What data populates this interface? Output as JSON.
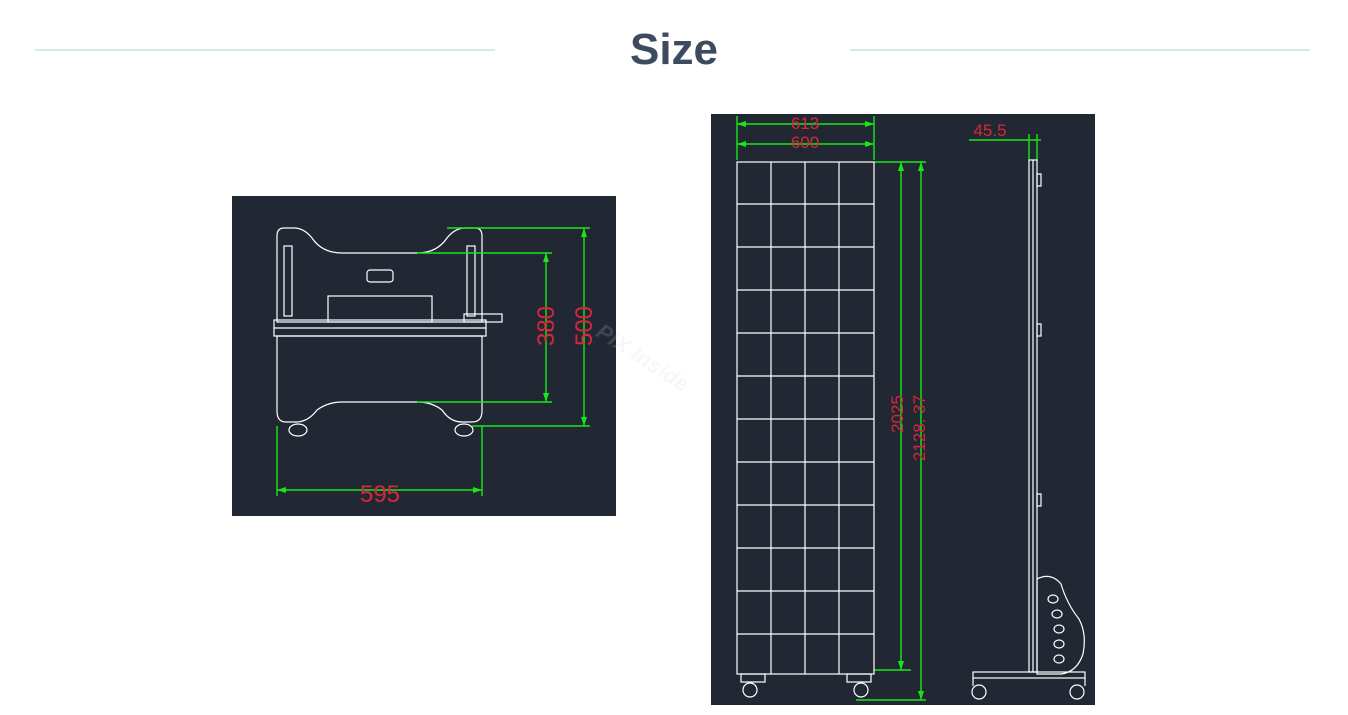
{
  "header": {
    "title": "Size"
  },
  "watermark": {
    "text": "PIX Inside"
  },
  "top_view": {
    "dimensions": {
      "width": "595",
      "inner_depth": "380",
      "outer_depth": "500"
    }
  },
  "front_side_view": {
    "dimensions": {
      "outer_width": "613",
      "panel_width": "600",
      "panel_height": "2025",
      "total_height": "2128. 37",
      "side_depth": "45.5"
    }
  },
  "colors": {
    "title": "#3d4b5e",
    "panel_bg": "#222833",
    "dimension_line": "#18e818",
    "dimension_text": "#d8263a",
    "outline": "#ffffff"
  }
}
